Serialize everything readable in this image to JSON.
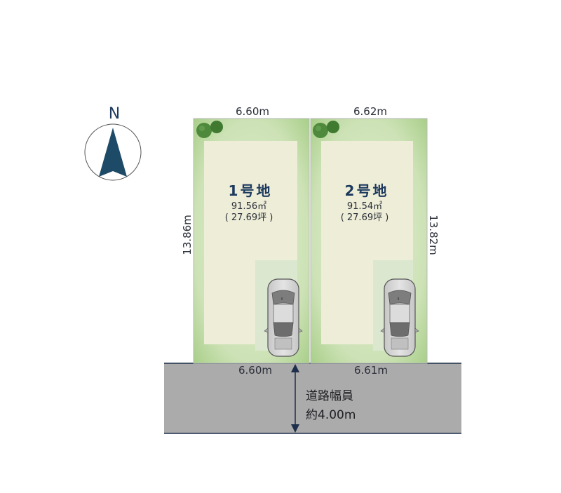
{
  "compass": {
    "label": "N",
    "color": "#1d4a66"
  },
  "lots": [
    {
      "name": "1号地",
      "area": "91.56㎡",
      "tsubo": "( 27.69坪 )",
      "top_width": "6.60m",
      "bottom_width": "6.60m",
      "depth": "13.86m"
    },
    {
      "name": "2号地",
      "area": "91.54㎡",
      "tsubo": "( 27.69坪 )",
      "top_width": "6.62m",
      "bottom_width": "6.61m",
      "depth": "13.82m"
    }
  ],
  "road": {
    "label_line1": "道路幅員",
    "label_line2": "約4.00m",
    "color": "#ababab"
  },
  "colors": {
    "lot_green": "#b9d79b",
    "building_area": "#eeedd8",
    "parking_area": "#d9e6cc",
    "tree": "#4f8a3c",
    "outline": "#1d2f4a"
  }
}
